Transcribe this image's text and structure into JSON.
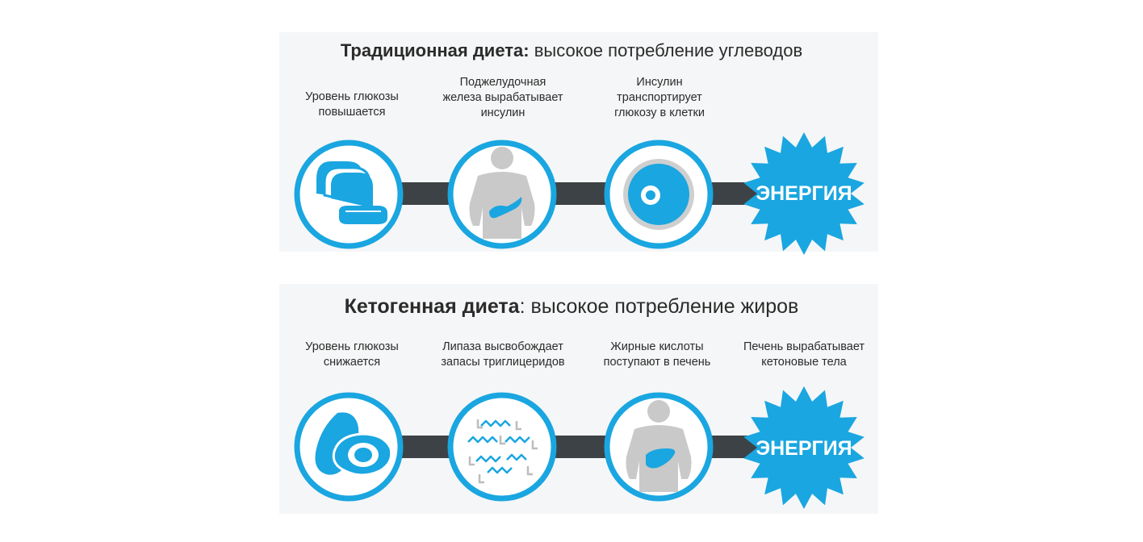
{
  "traditional": {
    "title_bold": "Традиционная диета:",
    "title_rest": " высокое потребление углеводов",
    "steps": [
      {
        "caption": "Уровень глюкозы\nповышается",
        "icon": "bread-icon"
      },
      {
        "caption": "Поджелудочная\nжелеза вырабатывает\nинсулин",
        "icon": "pancreas-body-icon"
      },
      {
        "caption": "Инсулин\nтранспортирует\nглюкозу в клетки",
        "icon": "cell-icon"
      }
    ],
    "energy_label": "ЭНЕРГИЯ"
  },
  "keto": {
    "title_bold": "Кетогенная диета",
    "title_rest": ": высокое потребление жиров",
    "steps": [
      {
        "caption": "Уровень глюкозы\nснижается",
        "icon": "avocado-icon"
      },
      {
        "caption": "Липаза высвобождает\nзапасы триглицеридов",
        "icon": "triglycerides-icon"
      },
      {
        "caption": "Жирные кислоты\nпоступают в печень",
        "icon": "liver-body-icon"
      },
      {
        "caption": "Печень вырабатывает\nкетоновые тела",
        "icon": "energy-burst-icon"
      }
    ],
    "energy_label": "ЭНЕРГИЯ"
  },
  "colors": {
    "accent": "#1aa6e0",
    "connector": "#3d4246",
    "figure_gray": "#c9c9c9",
    "text": "#2b2b2b"
  }
}
